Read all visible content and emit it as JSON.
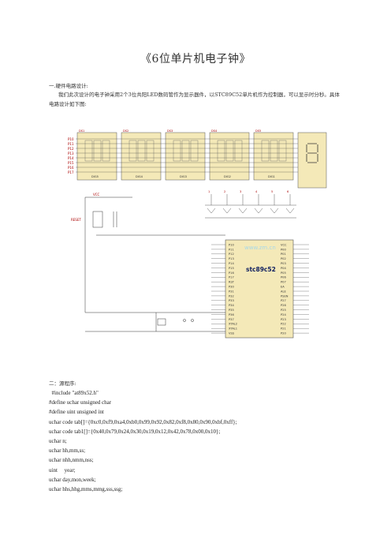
{
  "title": "《6位单片机电子钟》",
  "section1": {
    "heading": "一.硬件电路设计:",
    "paragraph": "我们此次设计的电子钟采用2个3位共阳LED数码管作为显示器件，以STC89C52单片机作为控制器，可以显示时分秒。具体电路设计如下图:"
  },
  "schematic": {
    "chip_label": "stc89c52",
    "watermark": "www.zm.cn",
    "digit_labels": [
      "DS1",
      "DS2",
      "DS3",
      "DS4",
      "DS5"
    ],
    "bottom_labels": [
      "DIG5",
      "DIG4",
      "DIG3",
      "DIG2",
      "DIG1"
    ],
    "reset_label": "RESET",
    "vcc_label": "VCC",
    "left_pins": [
      "P10",
      "P11",
      "P12",
      "P13",
      "P14",
      "P15",
      "P16",
      "P17",
      "RST",
      "P30",
      "P31",
      "P32",
      "P33",
      "P34",
      "P35",
      "P36",
      "P37",
      "XTAL2",
      "XTAL1",
      "VSS"
    ],
    "right_pins": [
      "VCC",
      "P00",
      "P01",
      "P02",
      "P03",
      "P04",
      "P05",
      "P06",
      "P07",
      "EA",
      "ALE",
      "PSEN",
      "P27",
      "P26",
      "P25",
      "P24",
      "P23",
      "P22",
      "P21",
      "P20"
    ]
  },
  "section2": {
    "heading": "二：源程序:"
  },
  "code_lines": [
    "  #include \"at89x52.h\"",
    "#define uchar unsigned char",
    "#define uint unsigned int",
    "uchar code tab[]={0xc0,0xf9,0xa4,0xb0,0x99,0x92,0x82,0xf8,0x80,0x90,0xbf,0xff};",
    "uchar code tab1[]={0x40,0x79,0x24,0x30,0x19,0x12,0x42,0x78,0x00,0x10};",
    "uchar n;",
    "uchar hh,mm,ss;",
    "uchar nhh,nmm,nss;",
    "uint     year;",
    "uchar day,mon,week;",
    "uchar hhs,hhg,mms,mmg,sss,ssg;"
  ]
}
